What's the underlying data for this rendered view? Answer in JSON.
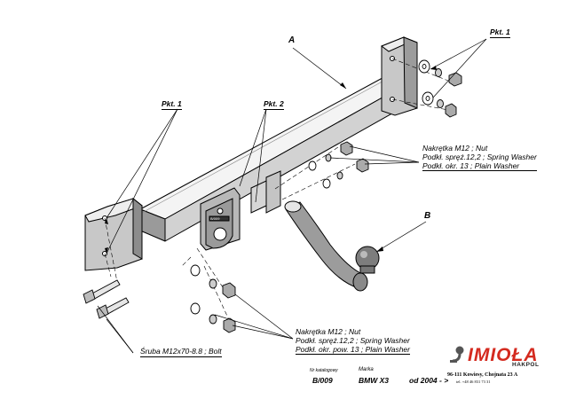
{
  "callouts": {
    "part_a": "A",
    "part_b": "B",
    "pkt1_top_right": "Pkt. 1",
    "pkt1_left": "Pkt. 1",
    "pkt2": "Pkt. 2"
  },
  "hardware_upper": [
    "Nakrętka  M12 ; Nut",
    "Podkł. spręż.12,2 ; Spring Washer",
    "Podkł. okr. 13 ; Plain Washer"
  ],
  "hardware_lower": [
    "Nakrętka  M12 ; Nut",
    "Podkł. spręż.12,2 ; Spring Washer",
    "Podkł. okr. pow. 13 ; Plain Washer"
  ],
  "bolt_label": "Śruba M12x70-8.8 ;  Bolt",
  "title_block": {
    "catalog_label": "Nr katalogowy",
    "catalog_number": "B/009",
    "make_label": "Marka",
    "make": "BMW  X3",
    "from_year": "od  2004 - >"
  },
  "manufacturer": {
    "logo_text": "IMIOŁA",
    "logo_sub": "HAKPOL",
    "address": "96-111 Kowiesy, Chojnata 23 A",
    "phone": "tel. +48 46 831 73 31"
  },
  "bracket_stamp": "B/009"
}
